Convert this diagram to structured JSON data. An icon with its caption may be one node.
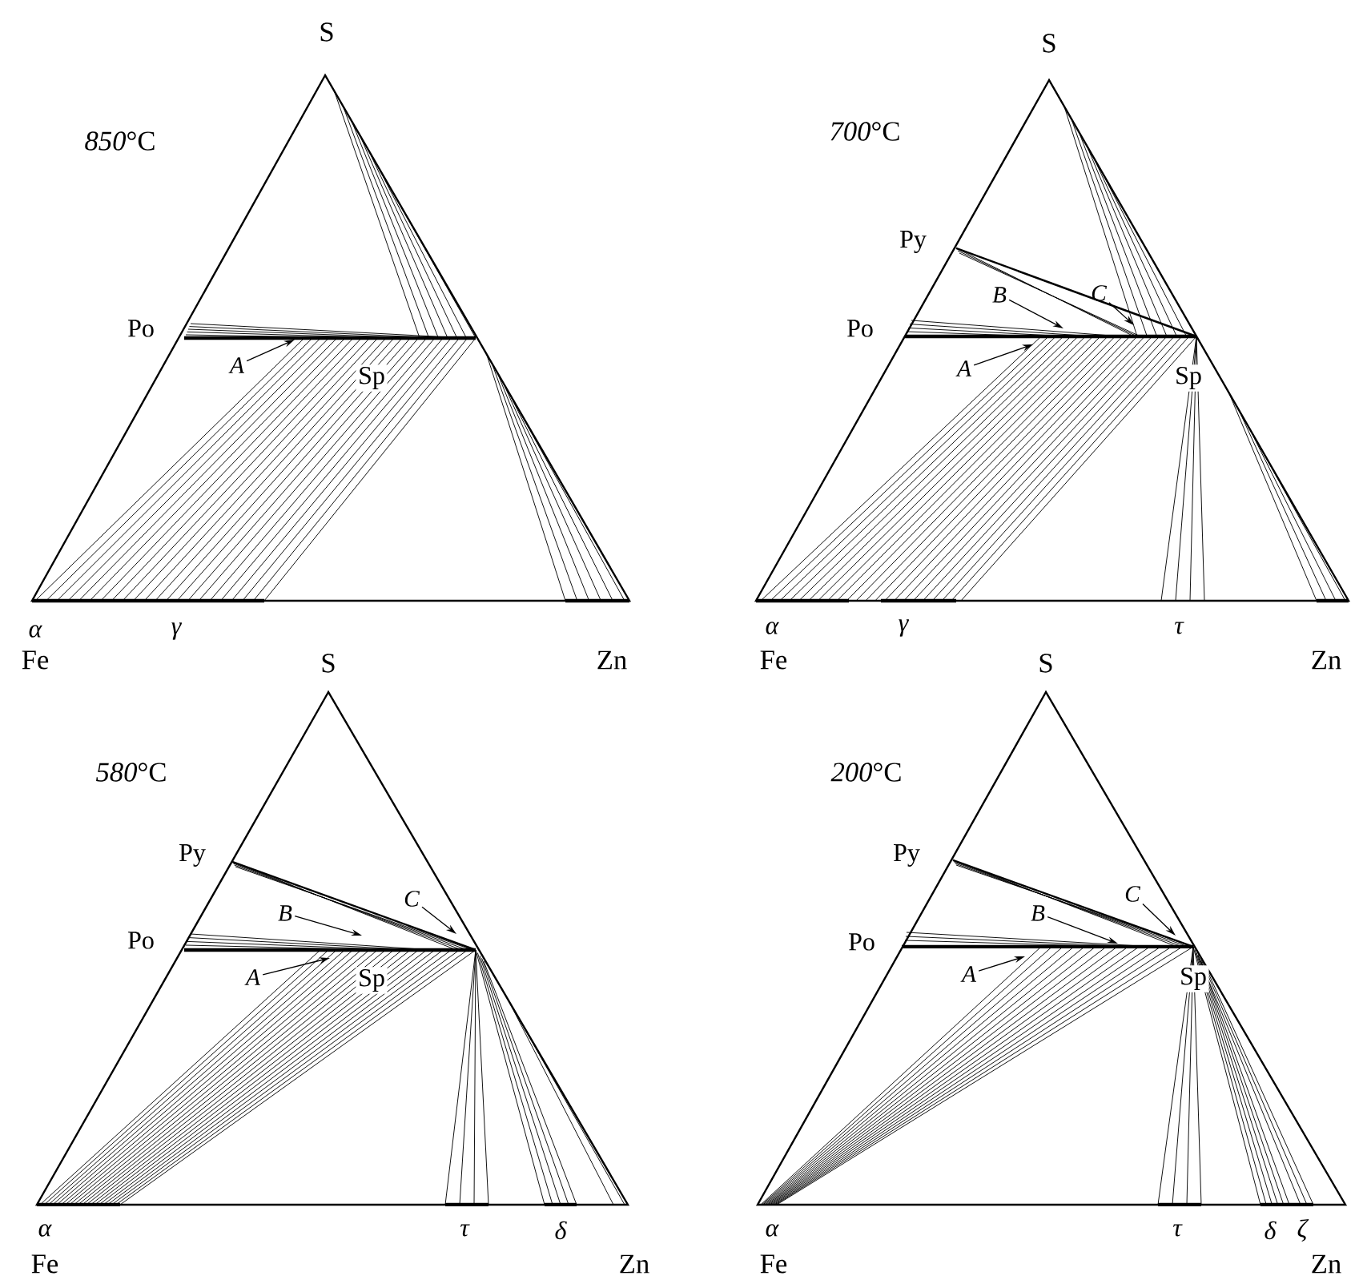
{
  "diagram": {
    "nodes": [
      {
        "text": [
          "A"
        ]
      },
      {
        "text": [
          "B"
        ]
      },
      {
        "text": [
          "C"
        ]
      },
      {
        "text": [
          "A"
        ]
      },
      {
        "text": [
          "B"
        ]
      },
      {
        "text": [
          "C"
        ]
      },
      {
        "text": [
          "A"
        ]
      },
      {
        "text": [
          "B"
        ]
      },
      {
        "text": [
          "C"
        ]
      },
      {
        "text": [
          "A"
        ]
      }
    ],
    "edges": [
      {
        "from": 0,
        "to": null,
        "arrow": "to"
      },
      {
        "from": 1,
        "to": null,
        "arrow": "to"
      },
      {
        "from": 2,
        "to": null,
        "arrow": "to"
      },
      {
        "from": 3,
        "to": null,
        "arrow": "to"
      },
      {
        "from": 4,
        "to": null,
        "arrow": "to"
      },
      {
        "from": 5,
        "to": null,
        "arrow": "to"
      },
      {
        "from": 6,
        "to": null,
        "arrow": "to"
      },
      {
        "from": 7,
        "to": null,
        "arrow": "to"
      },
      {
        "from": 8,
        "to": null,
        "arrow": "to"
      },
      {
        "from": 9,
        "to": null,
        "arrow": "to"
      }
    ],
    "labels": [
      "S",
      "S",
      "*850*°C",
      "*700*°C",
      "Py",
      "Po",
      "Po",
      "Sp",
      "Sp",
      "α",
      "γ",
      "α",
      "γ",
      "τ",
      "Fe",
      "S",
      "Zn",
      "Fe",
      "S",
      "Zn",
      "*580*°C",
      "*200*°C",
      "Py",
      "Py",
      "Po",
      "Po",
      "Sp",
      "Sp",
      "α",
      "τ",
      "δ",
      "α",
      "τ",
      "δ",
      "ζ",
      "Fe",
      "Zn",
      "Fe",
      "Zn"
    ]
  }
}
